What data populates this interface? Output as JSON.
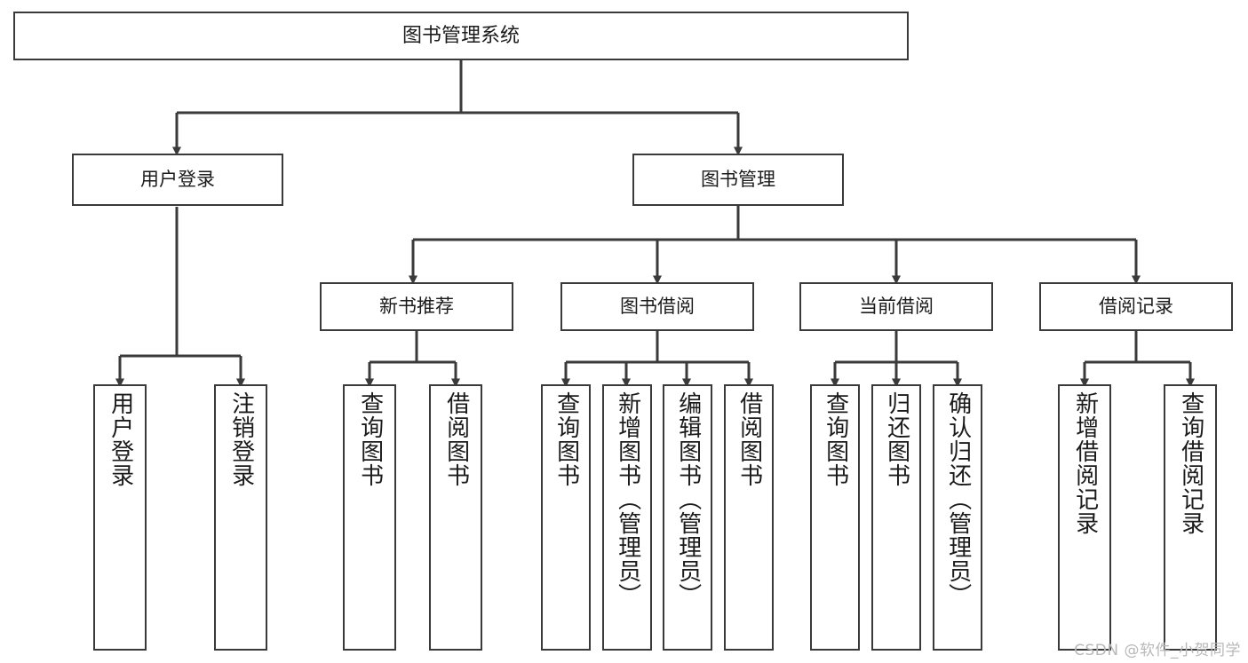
{
  "diagram": {
    "kind": "tree-structure-chart",
    "title": "图书管理系统",
    "root": {
      "label": "图书管理系统"
    },
    "level1": [
      {
        "label": "用户登录"
      },
      {
        "label": "图书管理"
      }
    ],
    "groups": [
      {
        "label": "新书推荐"
      },
      {
        "label": "图书借阅"
      },
      {
        "label": "当前借阅"
      },
      {
        "label": "借阅记录"
      }
    ],
    "leaves": {
      "user_login": [
        {
          "label": "用户登录"
        },
        {
          "label": "注销登录"
        }
      ],
      "new_book_recommend": [
        {
          "label": "查询图书"
        },
        {
          "label": "借阅图书"
        }
      ],
      "book_borrow": [
        {
          "label": "查询图书"
        },
        {
          "label": "新增图书（管理员）"
        },
        {
          "label": "编辑图书（管理员）"
        },
        {
          "label": "借阅图书"
        }
      ],
      "current_borrow": [
        {
          "label": "查询图书"
        },
        {
          "label": "归还图书"
        },
        {
          "label": "确认归还（管理员）"
        }
      ],
      "borrow_record": [
        {
          "label": "新增借阅记录"
        },
        {
          "label": "查询借阅记录"
        }
      ]
    },
    "watermark": "CSDN @软件_小贺同学",
    "colors": {
      "box_border": "#3a3a3a",
      "box_fill": "#ffffff",
      "connector": "#3a3a3a",
      "text": "#1b1b1b",
      "watermark": "#b8b8b8",
      "background": "#ffffff"
    }
  }
}
